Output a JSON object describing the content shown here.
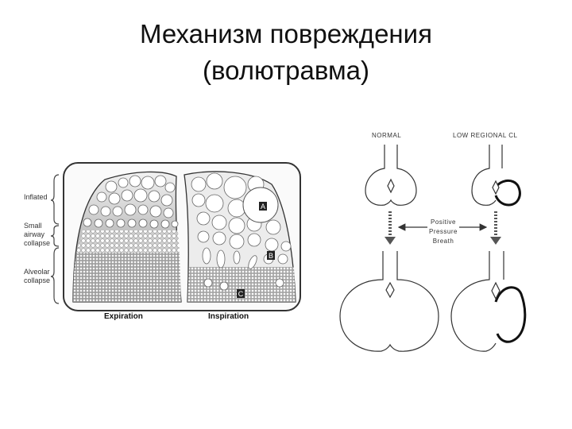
{
  "slide": {
    "title_line1": "Механизм повреждения",
    "title_line2": "(волютравма)"
  },
  "lung_figure": {
    "side_labels": [
      "Inflated",
      "Small",
      "airway",
      "collapse",
      "Alveolar",
      "collapse"
    ],
    "bottom_labels": {
      "left": "Expiration",
      "right": "Inspiration"
    },
    "region_marks": [
      "A",
      "B",
      "C"
    ]
  },
  "alveoli_figure": {
    "headers": {
      "normal": "NORMAL",
      "low_regional": "LOW  REGIONAL  CL"
    },
    "arrow_label": [
      "Positive",
      "Pressure",
      "Breath"
    ]
  }
}
